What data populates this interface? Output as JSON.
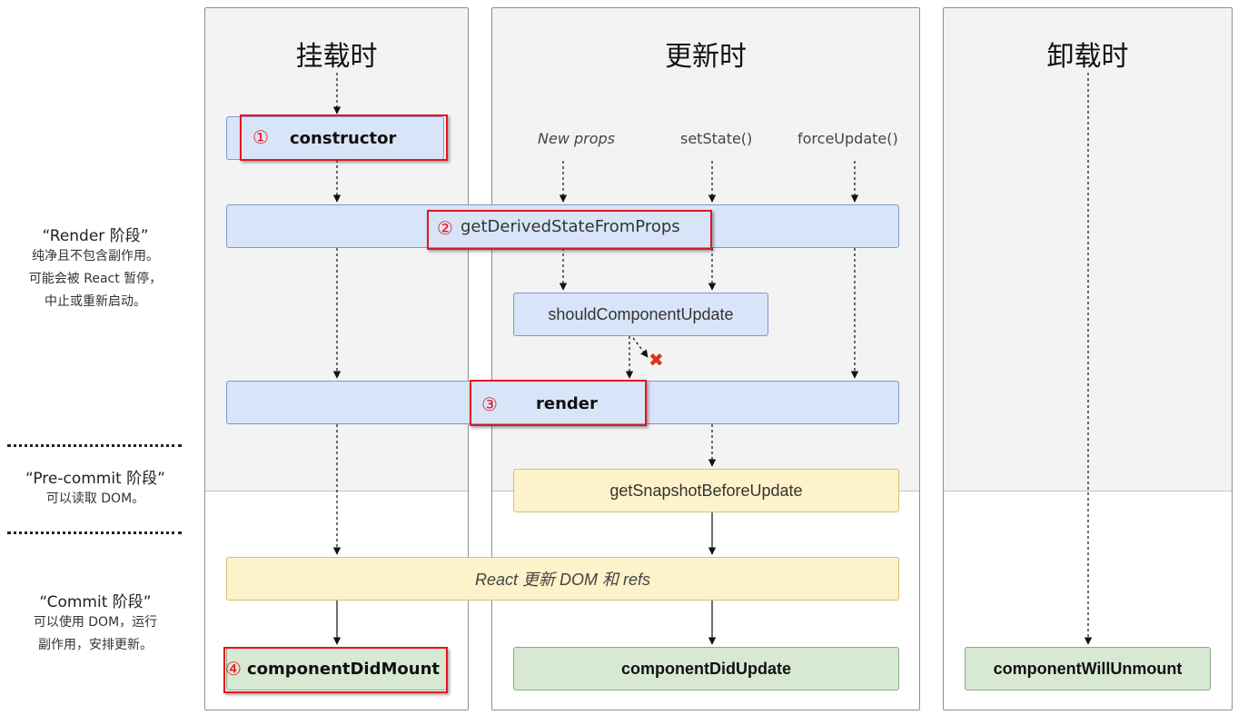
{
  "columns": {
    "mount": {
      "title": "挂载时"
    },
    "update": {
      "title": "更新时"
    },
    "unmount": {
      "title": "卸载时"
    }
  },
  "stages": {
    "render": {
      "title": "“Render 阶段”",
      "desc": [
        "纯净且不包含副作用。",
        "可能会被 React 暂停，",
        "中止或重新启动。"
      ]
    },
    "precommit": {
      "title": "“Pre-commit 阶段”",
      "desc": [
        "可以读取 DOM。"
      ]
    },
    "commit": {
      "title": "“Commit 阶段”",
      "desc": [
        "可以使用 DOM，运行",
        "副作用，安排更新。"
      ]
    }
  },
  "triggers": {
    "new_props": "New props",
    "set_state": "setState()",
    "force_update": "forceUpdate()"
  },
  "methods": {
    "constructor": "constructor",
    "get_derived": "getDerivedStateFromProps",
    "should_update": "shouldComponentUpdate",
    "render": "render",
    "snapshot": "getSnapshotBeforeUpdate",
    "react_updates": "React 更新 DOM 和 refs",
    "did_mount": "componentDidMount",
    "did_update": "componentDidUpdate",
    "will_unmount": "componentWillUnmount"
  },
  "markers": {
    "m1": "①",
    "m2": "②",
    "m3": "③",
    "m4": "④",
    "stop": "✖"
  },
  "colors": {
    "highlight": "#e8141e",
    "blue_box": "#d8e5f9",
    "yellow_box": "#fdf2c9",
    "green_box": "#d7e8d3",
    "render_bg": "#f3f3f3"
  }
}
